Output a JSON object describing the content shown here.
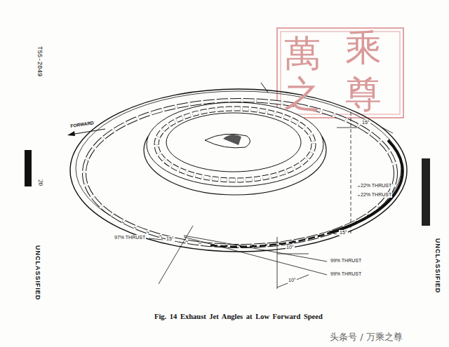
{
  "diagram": {
    "caption": "Fig. 14 Exhaust Jet Angles at Low Forward Speed",
    "labels": [
      "T55-2049",
      "20",
      "UNCLASSIFIED",
      "UNCLASSIFIED",
      "FORWARD",
      "15°",
      "22% THRUST",
      "22% THRUST",
      "15°",
      "97% THRUST",
      "15°",
      "10°",
      "99% THRUST",
      "99% THRUST",
      "10°",
      "萬",
      "乘",
      "之",
      "尊",
      "头条号 / 万乘之尊"
    ]
  }
}
